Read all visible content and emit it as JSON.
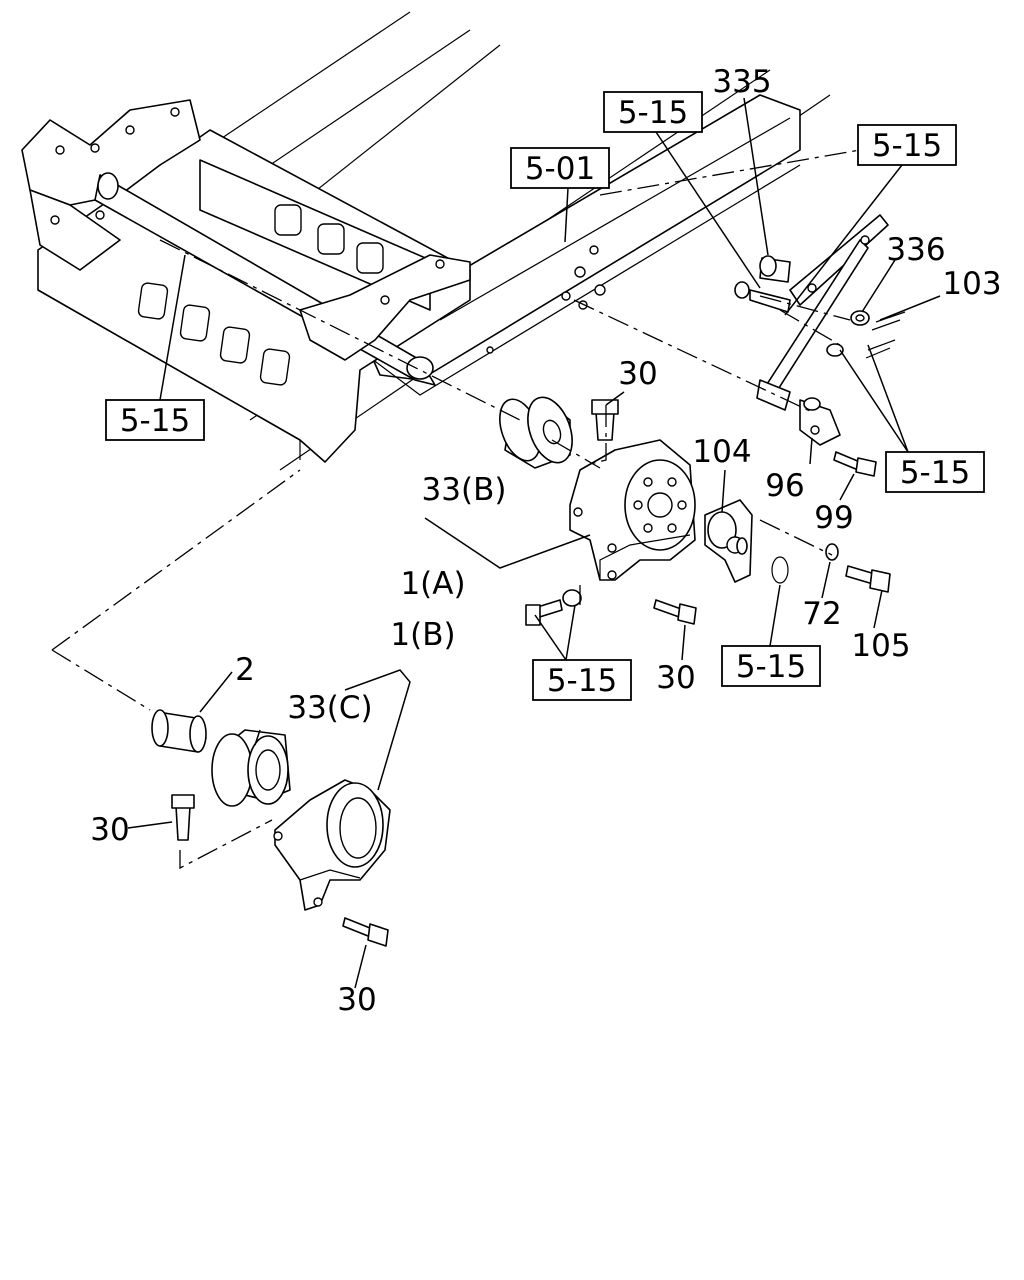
{
  "callouts": {
    "ref_5_01": "5-01",
    "ref_5_15_a": "5-15",
    "ref_5_15_b": "5-15",
    "ref_5_15_c": "5-15",
    "ref_5_15_d": "5-15",
    "ref_5_15_e": "5-15",
    "ref_5_15_f": "5-15"
  },
  "parts": {
    "p335": "335",
    "p336": "336",
    "p103": "103",
    "p96": "96",
    "p99": "99",
    "p30_top": "30",
    "p33b": "33(B)",
    "p104": "104",
    "p1a": "1(A)",
    "p72": "72",
    "p105": "105",
    "p30_mid": "30",
    "p1b": "1(B)",
    "p2": "2",
    "p33c": "33(C)",
    "p30_left": "30",
    "p30_bottom": "30"
  }
}
